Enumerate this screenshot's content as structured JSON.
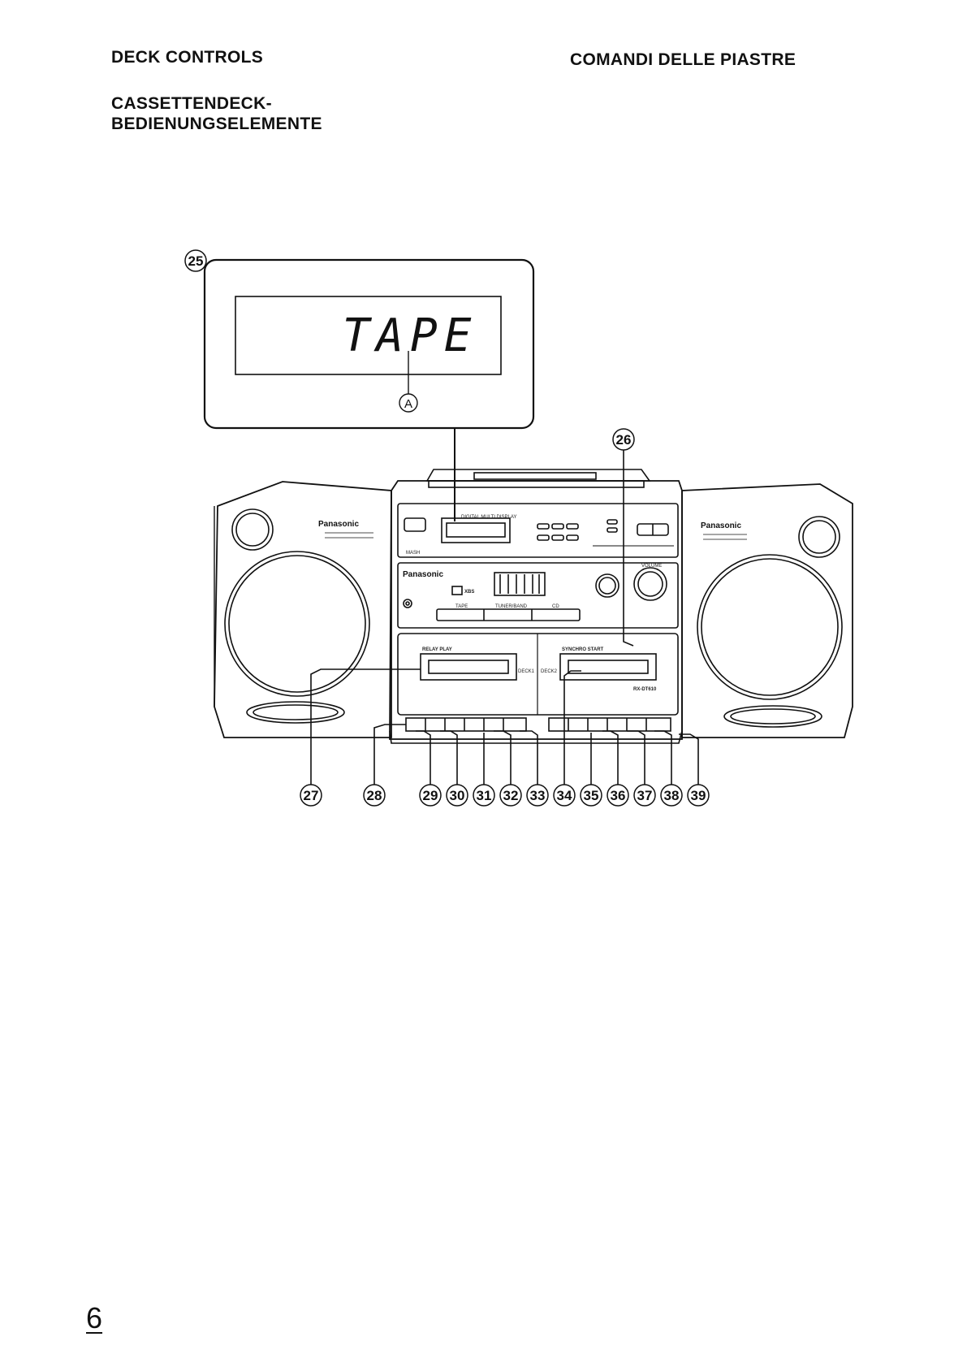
{
  "headings": {
    "english": "DECK CONTROLS",
    "italian": "COMANDI DELLE PIASTRE",
    "german_line1": "CASSETTENDECK-",
    "german_line2": "BEDIENUNGSELEMENTE"
  },
  "display_zoom": {
    "callout": "25",
    "display_text": "TAPE",
    "indicator_label": "A"
  },
  "unit_labels": {
    "brand": "Panasonic",
    "xbs": "XBS",
    "mash": "MASH",
    "digital_display": "DIGITAL MULTI DISPLAY",
    "relay_play": "RELAY PLAY",
    "synchro_start": "SYNCHRO START",
    "deck1": "DECK1",
    "deck2": "DECK2",
    "model": "RX-DT610",
    "tape": "TAPE",
    "tuner_band": "TUNER/BAND",
    "cd": "CD",
    "volume": "VOLUME"
  },
  "callout_26": "26",
  "callouts_bottom": [
    "27",
    "28",
    "29",
    "30",
    "31",
    "32",
    "33",
    "34",
    "35",
    "36",
    "37",
    "38",
    "39"
  ],
  "page_number": "6"
}
